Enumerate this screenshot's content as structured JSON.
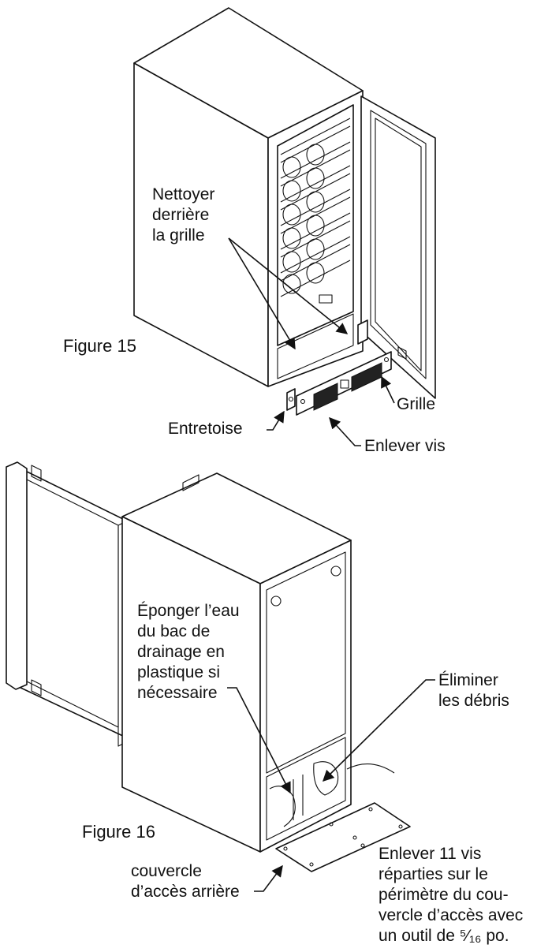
{
  "figure15": {
    "caption": "Figure 15",
    "clean_label": "Nettoyer\nderrière\nla grille",
    "grille_label": "Grille",
    "spacer_label": "Entretoise",
    "screws_label": "Enlever vis"
  },
  "figure16": {
    "caption": "Figure 16",
    "sponge_label": "Éponger l’eau\ndu bac de\ndrainage en\nplastique si\nnécessaire",
    "debris_label": "Éliminer\nles débris",
    "cover_label": "couvercle\nd’accès arrière",
    "screws_label": "Enlever 11 vis\nréparties sur le\npérimètre du cou-\nvercle d’accès avec\nun outil de ⁵⁄₁₆ po."
  }
}
